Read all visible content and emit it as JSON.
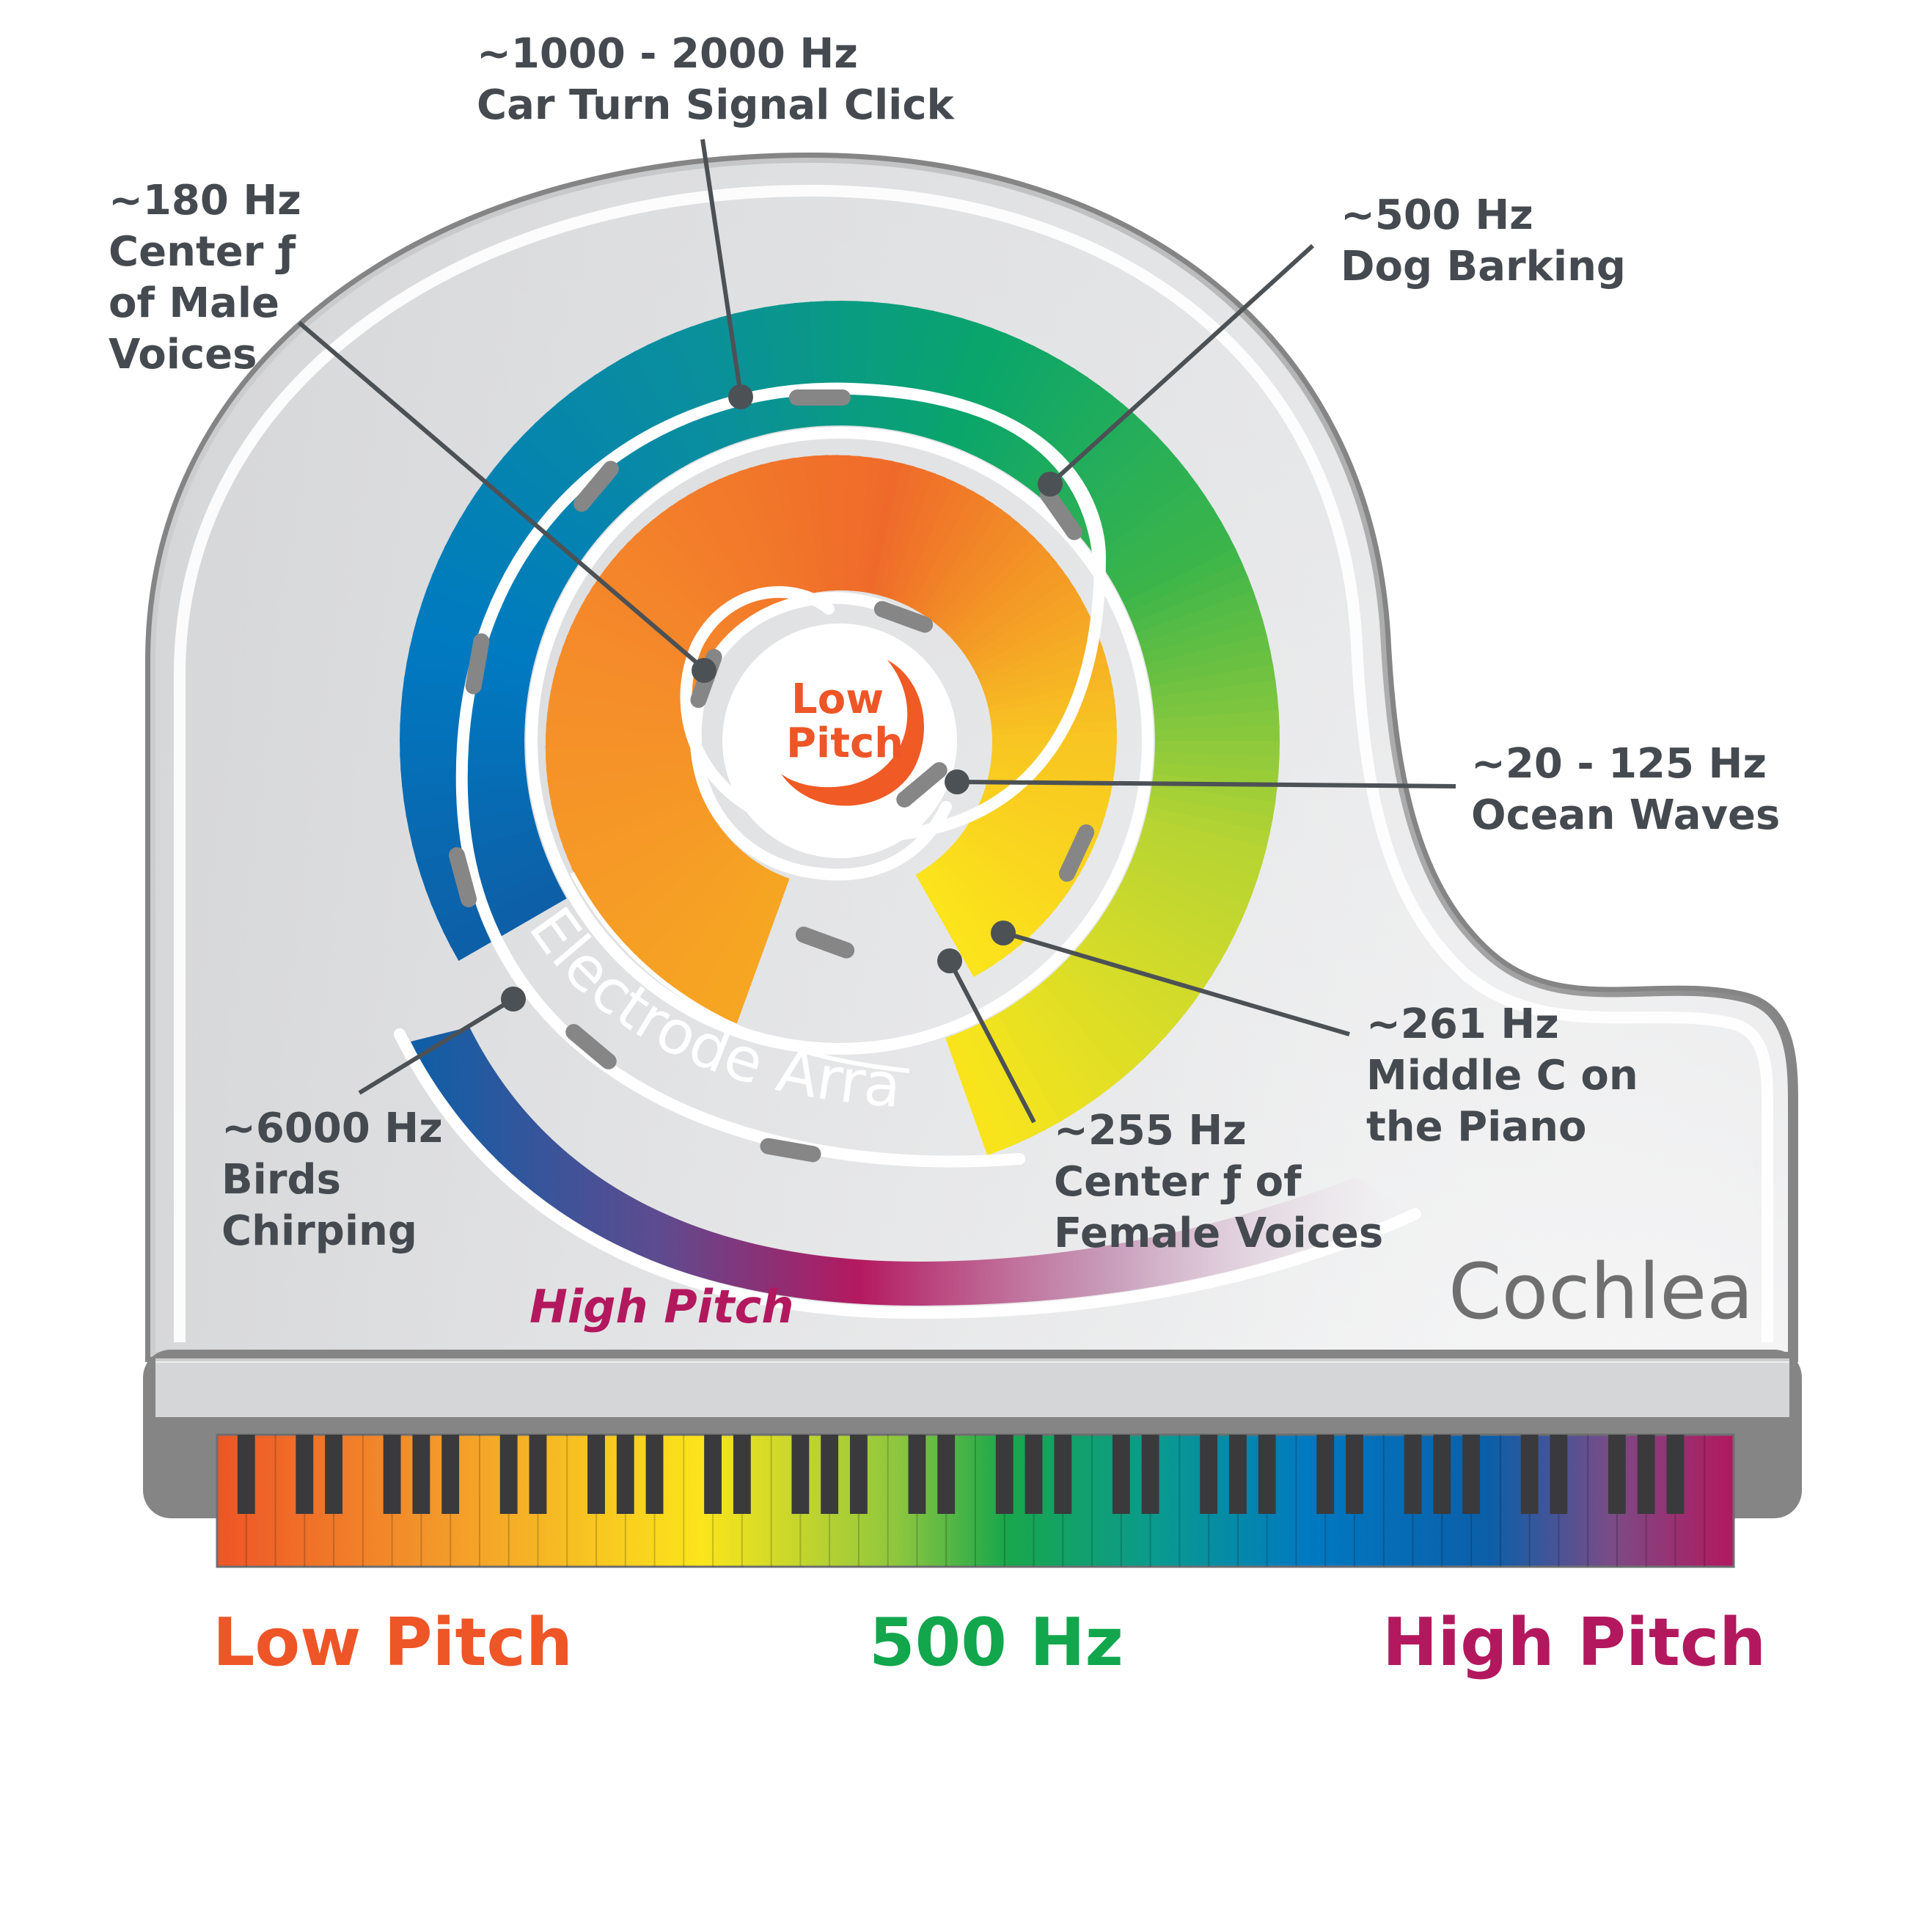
{
  "colors": {
    "low": "#ee5527",
    "mid": "#12a64d",
    "high": "#b3185e",
    "label": "#444a4f",
    "frame": "#858585",
    "ghost": "#6f6f6f"
  },
  "center_label": [
    "Low",
    "Pitch"
  ],
  "array_label": "Electrode Array",
  "high_pitch_label": "High Pitch",
  "cochlea_label": "Cochlea",
  "annotations": [
    {
      "id": "turn-signal",
      "lines": [
        "~1000 - 2000 Hz",
        "Car Turn Signal Click"
      ]
    },
    {
      "id": "male-voices",
      "lines": [
        "~180 Hz",
        "Center ƒ",
        "of Male",
        "Voices"
      ]
    },
    {
      "id": "dog-barking",
      "lines": [
        "~500 Hz",
        "Dog Barking"
      ]
    },
    {
      "id": "ocean-waves",
      "lines": [
        "~20 - 125 Hz",
        "Ocean Waves"
      ]
    },
    {
      "id": "middle-c",
      "lines": [
        "~261 Hz",
        "Middle C on",
        "the Piano"
      ]
    },
    {
      "id": "female-voices",
      "lines": [
        "~255 Hz",
        "Center ƒ of",
        "Female Voices"
      ]
    },
    {
      "id": "birds",
      "lines": [
        "~6000 Hz",
        "Birds",
        "Chirping"
      ]
    }
  ],
  "keyboard": {
    "white_keys": 52
  },
  "scale": {
    "low": "Low Pitch",
    "mid": "500 Hz",
    "high": "High Pitch"
  }
}
